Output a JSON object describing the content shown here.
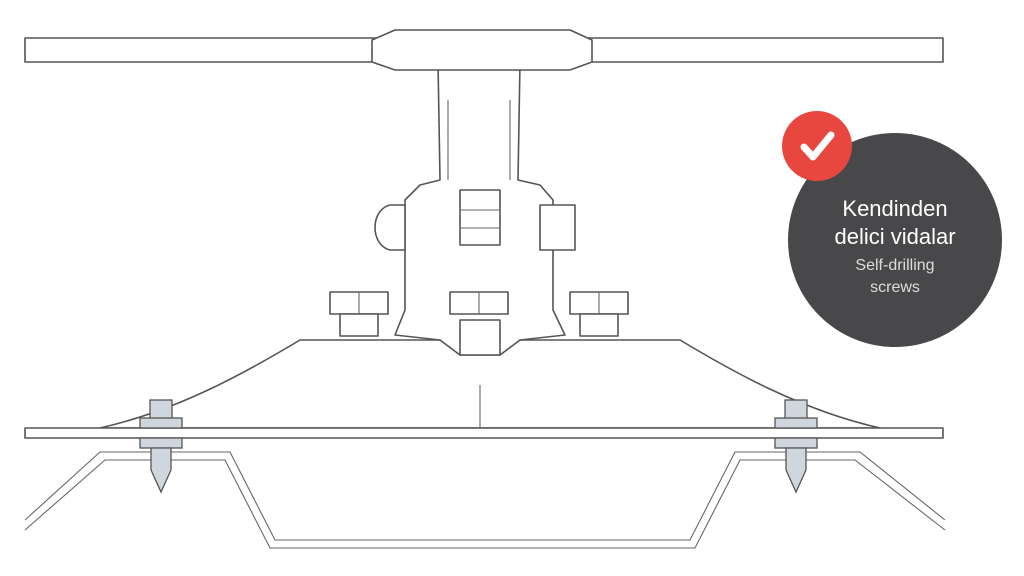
{
  "badge": {
    "title_line1": "Kendinden",
    "title_line2": "delici vidalar",
    "subtitle_line1": "Self-drilling",
    "subtitle_line2": "screws",
    "icon": "check-icon",
    "badge_color": "#48484a",
    "check_color": "#e8473f"
  }
}
